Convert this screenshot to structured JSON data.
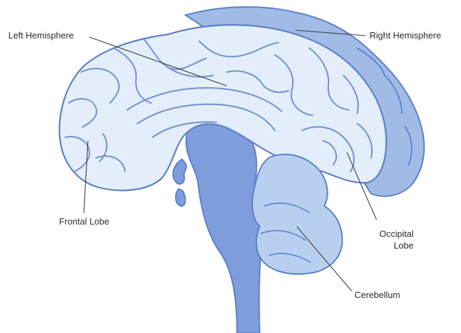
{
  "diagram": {
    "labels": {
      "left_hemisphere": "Left Hemisphere",
      "right_hemisphere": "Right Hemisphere",
      "frontal_lobe": "Frontal Lobe",
      "occipital_line1": "Occipital",
      "occipital_line2": "Lobe",
      "cerebellum": "Cerebellum"
    },
    "colors": {
      "hemisphere_fill": "#e3eefa",
      "right_hemisphere_fill": "#9fbbe6",
      "brainstem_fill": "#7f9ddb",
      "cerebellum_fill": "#b9cff0",
      "outline": "#5b7fc7",
      "fold_line": "#6f8fd0",
      "leader_line": "#3a3a3a"
    }
  }
}
